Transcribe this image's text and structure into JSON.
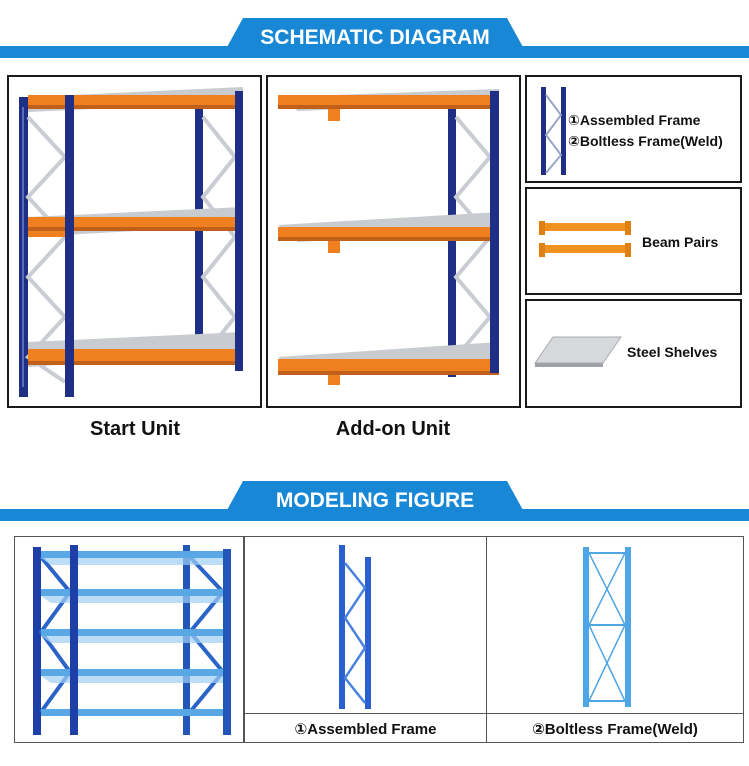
{
  "schematic": {
    "title": "SCHEMATIC DIAGRAM",
    "start_unit_caption": "Start Unit",
    "addon_unit_caption": "Add-on Unit",
    "parts": {
      "frame_label_1": "①Assembled Frame",
      "frame_label_2": "②Boltless Frame(Weld)",
      "beam_label": "Beam Pairs",
      "shelf_label": "Steel Shelves"
    }
  },
  "modeling": {
    "title": "MODELING FIGURE",
    "assembled_caption": "①Assembled Frame",
    "boltless_caption": "②Boltless Frame(Weld)"
  },
  "colors": {
    "accent_blue": "#1787d6",
    "upright_navy": "#1f2f86",
    "beam_orange": "#f07f1f",
    "shelf_gray": "#c8ccd0",
    "model_blue": "#3a8fd8"
  }
}
